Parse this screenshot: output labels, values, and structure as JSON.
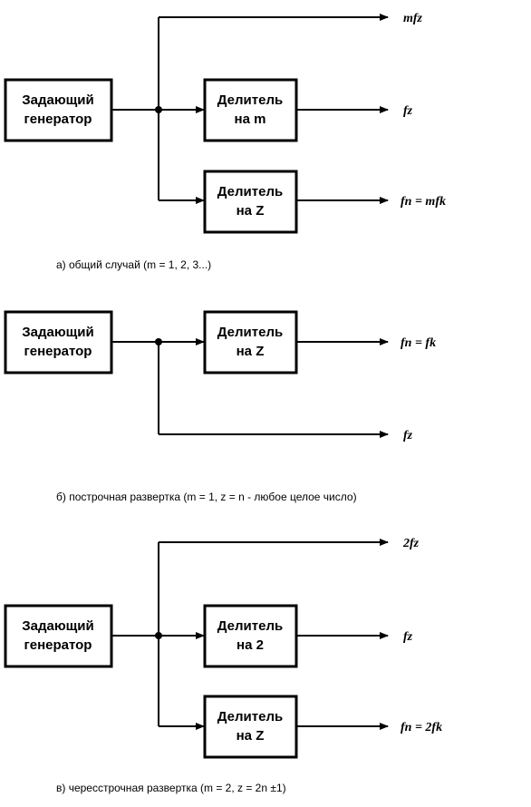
{
  "diagram_a": {
    "generator": [
      "Задающий",
      "генератор"
    ],
    "divider_m": [
      "Делитель",
      "на m"
    ],
    "divider_z": [
      "Делитель",
      "на Z"
    ],
    "out_top": "mfz",
    "out_mid": "fz",
    "out_bot": "fn = mfk",
    "caption": "а) общий случай (m = 1, 2, 3...)"
  },
  "diagram_b": {
    "generator": [
      "Задающий",
      "генератор"
    ],
    "divider_z": [
      "Делитель",
      "на Z"
    ],
    "out_top": "fn = fk",
    "out_bot": "fz",
    "caption": "б) построчная развертка (m = 1, z = n - любое целое число)"
  },
  "diagram_c": {
    "generator": [
      "Задающий",
      "генератор"
    ],
    "divider_2": [
      "Делитель",
      "на 2"
    ],
    "divider_z": [
      "Делитель",
      "на Z"
    ],
    "out_top": "2fz",
    "out_mid": "fz",
    "out_bot": "fn = 2fk",
    "caption": "в) чересстрочная развертка  (m = 2, z = 2n ±1)"
  }
}
